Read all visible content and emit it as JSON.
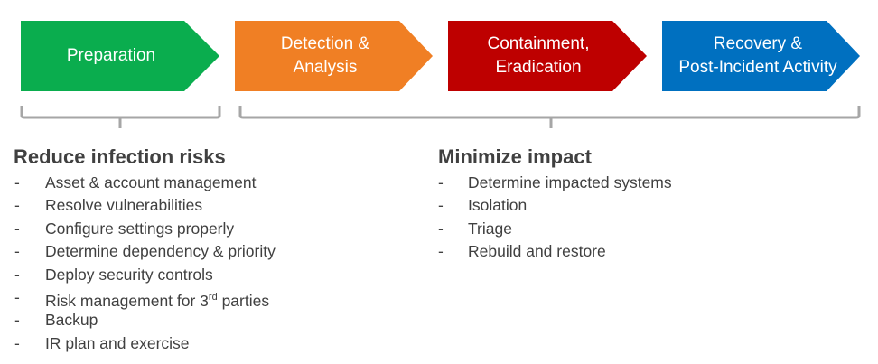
{
  "phases": [
    {
      "label": "Preparation",
      "color": "#0aad4e"
    },
    {
      "label": "Detection &\nAnalysis",
      "color": "#f07f24"
    },
    {
      "label": "Containment,\nEradication",
      "color": "#be0000"
    },
    {
      "label": "Recovery &\nPost-Incident Activity",
      "color": "#0070c0"
    }
  ],
  "left": {
    "heading": "Reduce infection risks",
    "items": [
      "Asset & account management",
      "Resolve vulnerabilities",
      "Configure settings properly",
      "Determine dependency & priority",
      "Deploy security controls",
      "Risk management for 3",
      "Backup",
      "IR plan and exercise"
    ],
    "superscript": "rd",
    "superscript_suffix": " parties"
  },
  "right": {
    "heading": "Minimize impact",
    "items": [
      "Determine impacted systems",
      "Isolation",
      "Triage",
      "Rebuild and restore"
    ]
  },
  "bullet": "-",
  "bracket_color": "#a6a6a6"
}
